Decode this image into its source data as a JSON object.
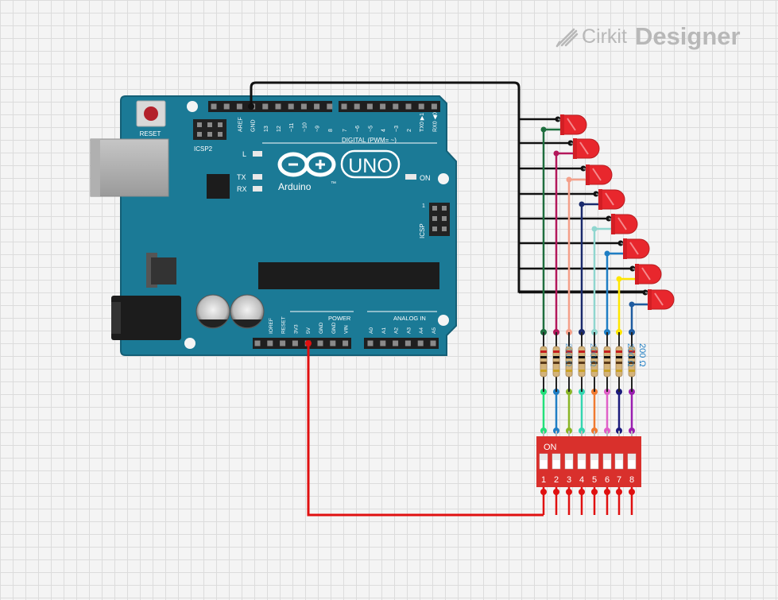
{
  "brand": {
    "name": "Cirkit",
    "suffix": "Designer",
    "icon": "pen-logo-icon"
  },
  "arduino": {
    "logo_text": "Arduino",
    "model": "UNO",
    "tm": "™",
    "reset_label": "RESET",
    "icsp2_label": "ICSP2",
    "icsp_label": "ICSP",
    "icsp_pin1": "1",
    "led_l": "L",
    "led_tx": "TX",
    "led_rx": "RX",
    "led_on": "ON",
    "digital_label": "DIGITAL (PWM= ~)",
    "power_label": "POWER",
    "analog_label": "ANALOG IN",
    "top_pins": [
      "AREF",
      "GND",
      "13",
      "12",
      "~11",
      "~10",
      "~9",
      "8",
      "7",
      "~6",
      "~5",
      "4",
      "~3",
      "2",
      "TX0 ▶1",
      "RX0 ◀0"
    ],
    "power_pins": [
      "IOREF",
      "RESET",
      "3V3",
      "5V",
      "GND",
      "GND",
      "VIN"
    ],
    "analog_pins": [
      "A0",
      "A1",
      "A2",
      "A3",
      "A4",
      "A5"
    ]
  },
  "resistors": {
    "label": "200 Ω",
    "count": 8
  },
  "dip_switch": {
    "on_label": "ON",
    "numbers": [
      "1",
      "2",
      "3",
      "4",
      "5",
      "6",
      "7",
      "8"
    ]
  },
  "colors": {
    "board": "#1b7a96",
    "board_edge": "#145f76",
    "led": "#e8272d",
    "gnd_wire": "#111111",
    "vcc_wire": "#e01010",
    "dip_body": "#d9302c",
    "anode_wires": [
      "#1e6e3e",
      "#b3175a",
      "#f4a08a",
      "#1a2a6c",
      "#8fd6cf",
      "#1f7ec4",
      "#ffe600",
      "#1f5ca0"
    ],
    "switch_wires": [
      "#22e07a",
      "#1f7ec4",
      "#8ab527",
      "#33d6b0",
      "#f07a30",
      "#e060c8",
      "#1c1c7c",
      "#9a1fb0"
    ]
  }
}
